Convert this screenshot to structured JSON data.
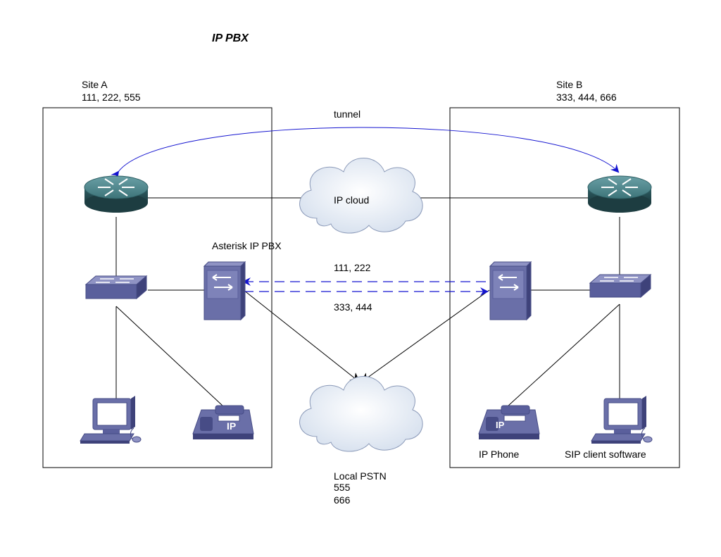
{
  "title": "IP PBX",
  "site_a": {
    "name": "Site A",
    "numbers": "111, 222, 555"
  },
  "site_b": {
    "name": "Site B",
    "numbers": "333, 444, 666"
  },
  "tunnel_label": "tunnel",
  "ip_cloud_label": "IP cloud",
  "asterisk_label": "Asterisk IP PBX",
  "trunk_upper_label": "111, 222",
  "trunk_lower_label": "333, 444",
  "pstn": {
    "name": "Local PSTN",
    "num1": "555",
    "num2": "666"
  },
  "ip_phone_label": "IP Phone",
  "sip_client_label": "SIP client software",
  "phone_badge": "IP",
  "colors": {
    "device": "#6a6fa8",
    "device_dark": "#474c86",
    "router": "#3f7a80",
    "tunnel": "#1414d0",
    "cloud": "#e8eef6"
  }
}
